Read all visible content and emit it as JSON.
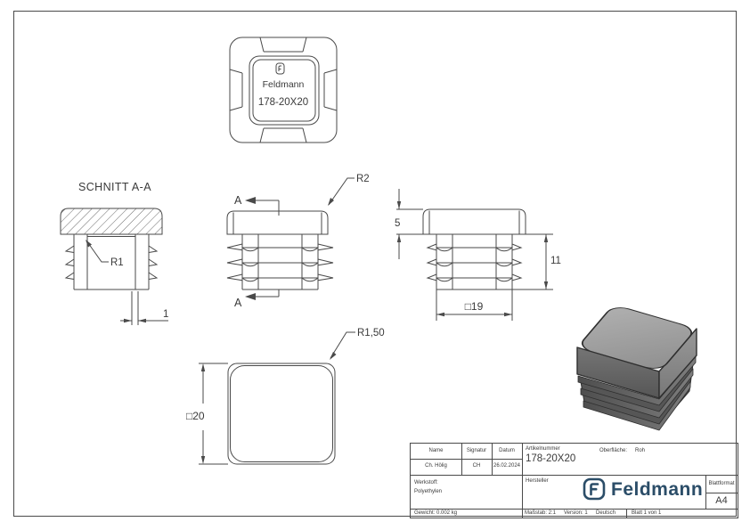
{
  "colors": {
    "ink": "#3a3a3a",
    "line": "#4a4a4a",
    "brand_blue": "#2b4d68",
    "paper": "#ffffff",
    "iso_light": "#a6a6a6",
    "iso_mid": "#8c8c8c",
    "iso_dark": "#575757"
  },
  "views": {
    "top": {
      "brand": "Feldmann",
      "article": "178-20X20"
    },
    "section": {
      "title": "SCHNITT A-A",
      "radius_label": "R1",
      "wall_dim": "1"
    },
    "front": {
      "radius_label": "R2",
      "cut_marker": "A"
    },
    "side": {
      "cap_height_dim": "5",
      "body_height_dim": "11",
      "body_width_dim": "□19"
    },
    "bottom": {
      "width_dim": "□20",
      "radius_label": "R1,50"
    }
  },
  "title_block": {
    "headers": {
      "name": "Name",
      "signatur": "Signatur",
      "datum": "Datum"
    },
    "values": {
      "name": "Ch. Hölig",
      "signatur": "CH",
      "datum": "26.02.2024"
    },
    "artikelnummer_label": "Artikelnummer",
    "artikelnummer": "178-20X20",
    "oberflaeche_label": "Oberfläche:",
    "oberflaeche_value": "Roh",
    "werkstoff_label": "Werkstoff:",
    "werkstoff_value": "Polyethylen",
    "hersteller_label": "Hersteller",
    "logo_text": "Feldmann",
    "blattformat_label": "Blattformat",
    "blattformat_value": "A4",
    "gewicht": "Gewicht: 0.002 kg",
    "massstab": "Maßstab: 2:1",
    "version": "Version: 1",
    "sprache": "Deutsch",
    "blatt": "Blatt 1 von 1"
  }
}
